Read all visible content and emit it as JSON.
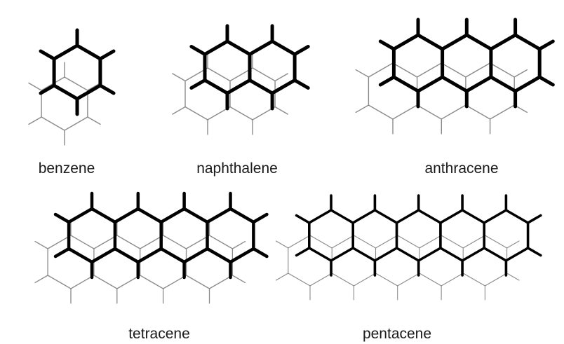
{
  "molecules": [
    {
      "id": "benzene",
      "label": "benzene",
      "rings": 1
    },
    {
      "id": "naphthalene",
      "label": "naphthalene",
      "rings": 2
    },
    {
      "id": "anthracene",
      "label": "anthracene",
      "rings": 3
    },
    {
      "id": "tetracene",
      "label": "tetracene",
      "rings": 4
    },
    {
      "id": "pentacene",
      "label": "pentacene",
      "rings": 5
    }
  ],
  "colors": {
    "top_layer": "#000000",
    "bottom_layer": "#8a8a8a"
  }
}
